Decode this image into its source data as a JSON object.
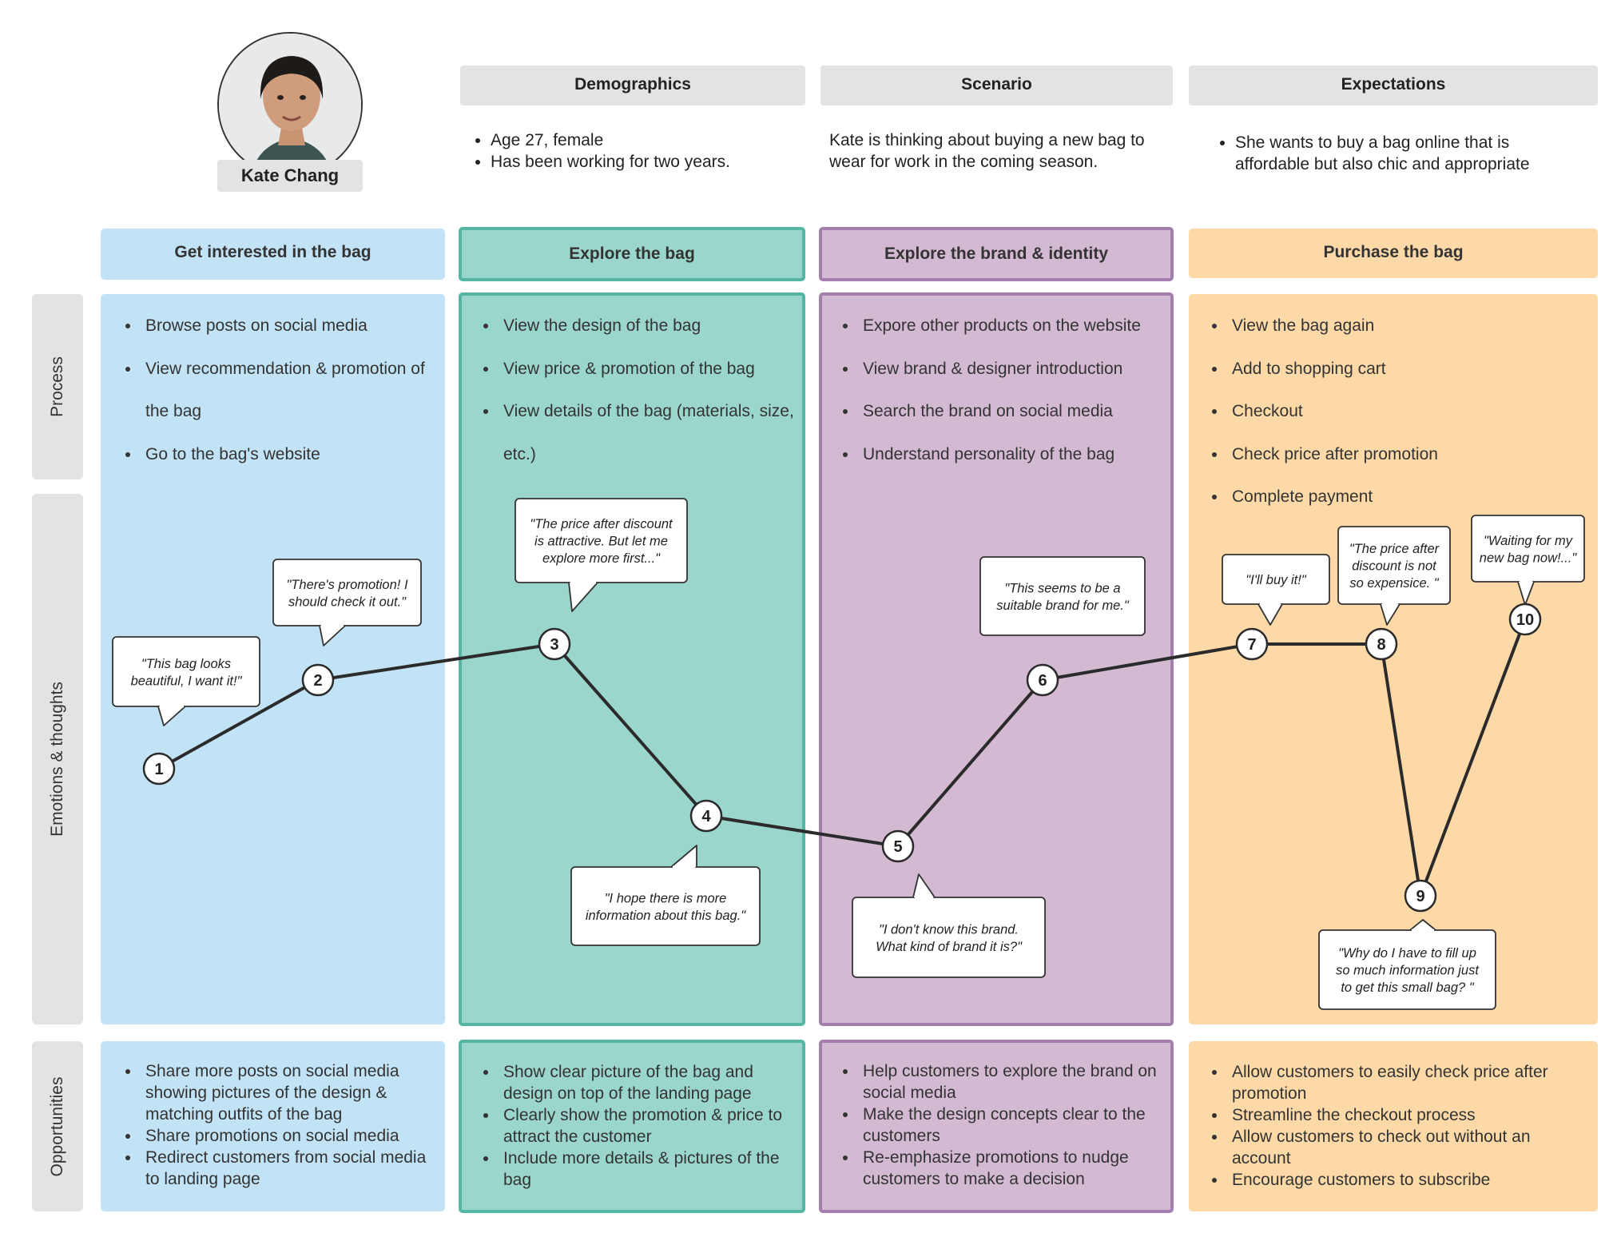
{
  "persona": {
    "name": "Kate Chang",
    "avatar_icon": "person-portrait-icon"
  },
  "overview": {
    "demographics": {
      "title": "Demographics",
      "items": [
        "Age 27, female",
        "Has been working for two years."
      ]
    },
    "scenario": {
      "title": "Scenario",
      "text": "Kate is thinking about buying a new bag to wear for work in the coming season."
    },
    "expectations": {
      "title": "Expectations",
      "items": [
        "She wants to buy a bag online that is affordable but also chic and appropriate"
      ]
    }
  },
  "row_labels": {
    "process": "Process",
    "emotions": "Emotions & thoughts",
    "opportunities": "Opportunities"
  },
  "stages": [
    {
      "title": "Get interested in the bag",
      "color": "#c2e3f5",
      "process": [
        "Browse posts on social media",
        "View recommendation & promotion of the bag",
        "Go to the bag's website"
      ],
      "opportunities": [
        "Share more posts on social media showing pictures of the design & matching outfits of the bag",
        "Share promotions on social media",
        "Redirect customers from social media to landing page"
      ]
    },
    {
      "title": "Explore the bag",
      "color": "#9bd6cc",
      "process": [
        "View the design of the bag",
        "View price & promotion of the bag",
        "View details of the bag (materials, size, etc.)"
      ],
      "opportunities": [
        "Show clear picture of the bag and design on top of the landing page",
        "Clearly show the promotion & price to attract the customer",
        "Include more details & pictures of the bag"
      ]
    },
    {
      "title": "Explore the brand & identity",
      "color": "#d3b9d2",
      "process": [
        "Expore other products on the website",
        "View brand & designer introduction",
        "Search the brand on social media",
        "Understand personality of the bag"
      ],
      "opportunities": [
        "Help customers to explore the brand on social media",
        "Make the design concepts clear to the customers",
        "Re-emphasize promotions to nudge customers to make a decision"
      ]
    },
    {
      "title": "Purchase the bag",
      "color": "#fdd9a8",
      "process": [
        "View the bag again",
        "Add to shopping cart",
        "Checkout",
        "Check price after promotion",
        "Complete payment"
      ],
      "opportunities": [
        "Allow customers to easily check price after promotion",
        "Streamline the checkout process",
        "Allow customers to check out without an account",
        "Encourage customers to subscribe"
      ]
    }
  ],
  "journey": {
    "points": [
      {
        "label": "1",
        "quote": [
          "\"This bag looks",
          "beautiful, I want it!\""
        ]
      },
      {
        "label": "2",
        "quote": [
          "\"There's promotion! I",
          "should check it out.\""
        ]
      },
      {
        "label": "3",
        "quote": [
          "\"The price after discount",
          "is attractive. But let me",
          "explore more first...\""
        ]
      },
      {
        "label": "4",
        "quote": [
          "\"I hope there is more",
          "information about this bag.\""
        ]
      },
      {
        "label": "5",
        "quote": [
          "\"I don't know this brand.",
          "What kind of brand it is?\""
        ]
      },
      {
        "label": "6",
        "quote": [
          "\"This seems to be a",
          "suitable brand for me.\""
        ]
      },
      {
        "label": "7",
        "quote": [
          "\"I'll buy it!\""
        ]
      },
      {
        "label": "8",
        "quote": [
          "\"The price after",
          "discount is not",
          "so expensice. \""
        ]
      },
      {
        "label": "9",
        "quote": [
          "\"Why do I have to fill up",
          "so much information just",
          "to get this small bag? \""
        ]
      },
      {
        "label": "10",
        "quote": [
          "\"Waiting for my",
          "new bag now!...\""
        ]
      }
    ]
  }
}
